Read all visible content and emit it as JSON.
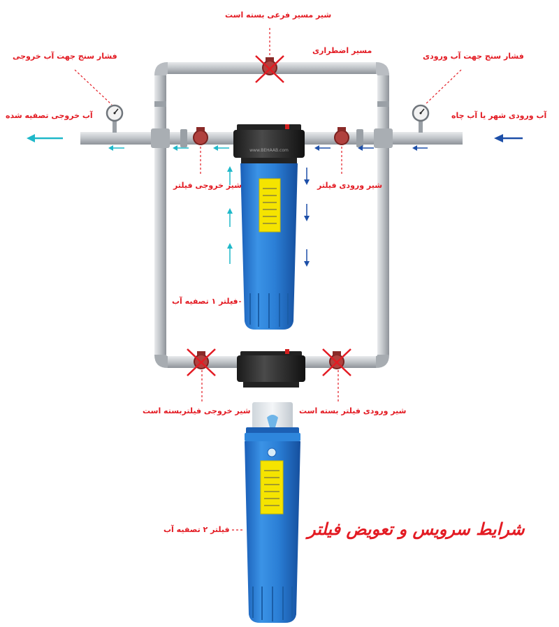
{
  "labels": {
    "bypass_valve": "شیر مسیر فرعی بسته است",
    "bypass_path": "مسیر اضطراری",
    "outlet_gauge": "فشار سنج جهت آب خروجی",
    "inlet_gauge": "فشار سنج جهت آب ورودی",
    "outlet_water": "آب خروجی تصفیه شده",
    "inlet_water": "آب ورودی شهر یا آب چاه",
    "filter_outlet_valve": "شیر خروجی فیلتر",
    "filter_inlet_valve": "شیر ورودی فیلتر",
    "filter1": "فیلتر ۱ تصفیه آب",
    "filter2_outlet_closed": "شیر خروجی فیلتربسته است",
    "filter2_inlet_closed": "شیر ورودی فیلتر بسته است",
    "filter2": "فیلتر ۲ تصفیه آب",
    "title": "شرایط سرویس و تعویض فیلتر"
  },
  "watermark": "www.BEHAAB.com",
  "colors": {
    "label_red": "#e31b23",
    "outlet_arrow": "#1fb8c9",
    "inlet_arrow": "#1d4fa8",
    "filter_blue": "#2a7fd4",
    "pipe_gray": "#b9bdc2"
  }
}
